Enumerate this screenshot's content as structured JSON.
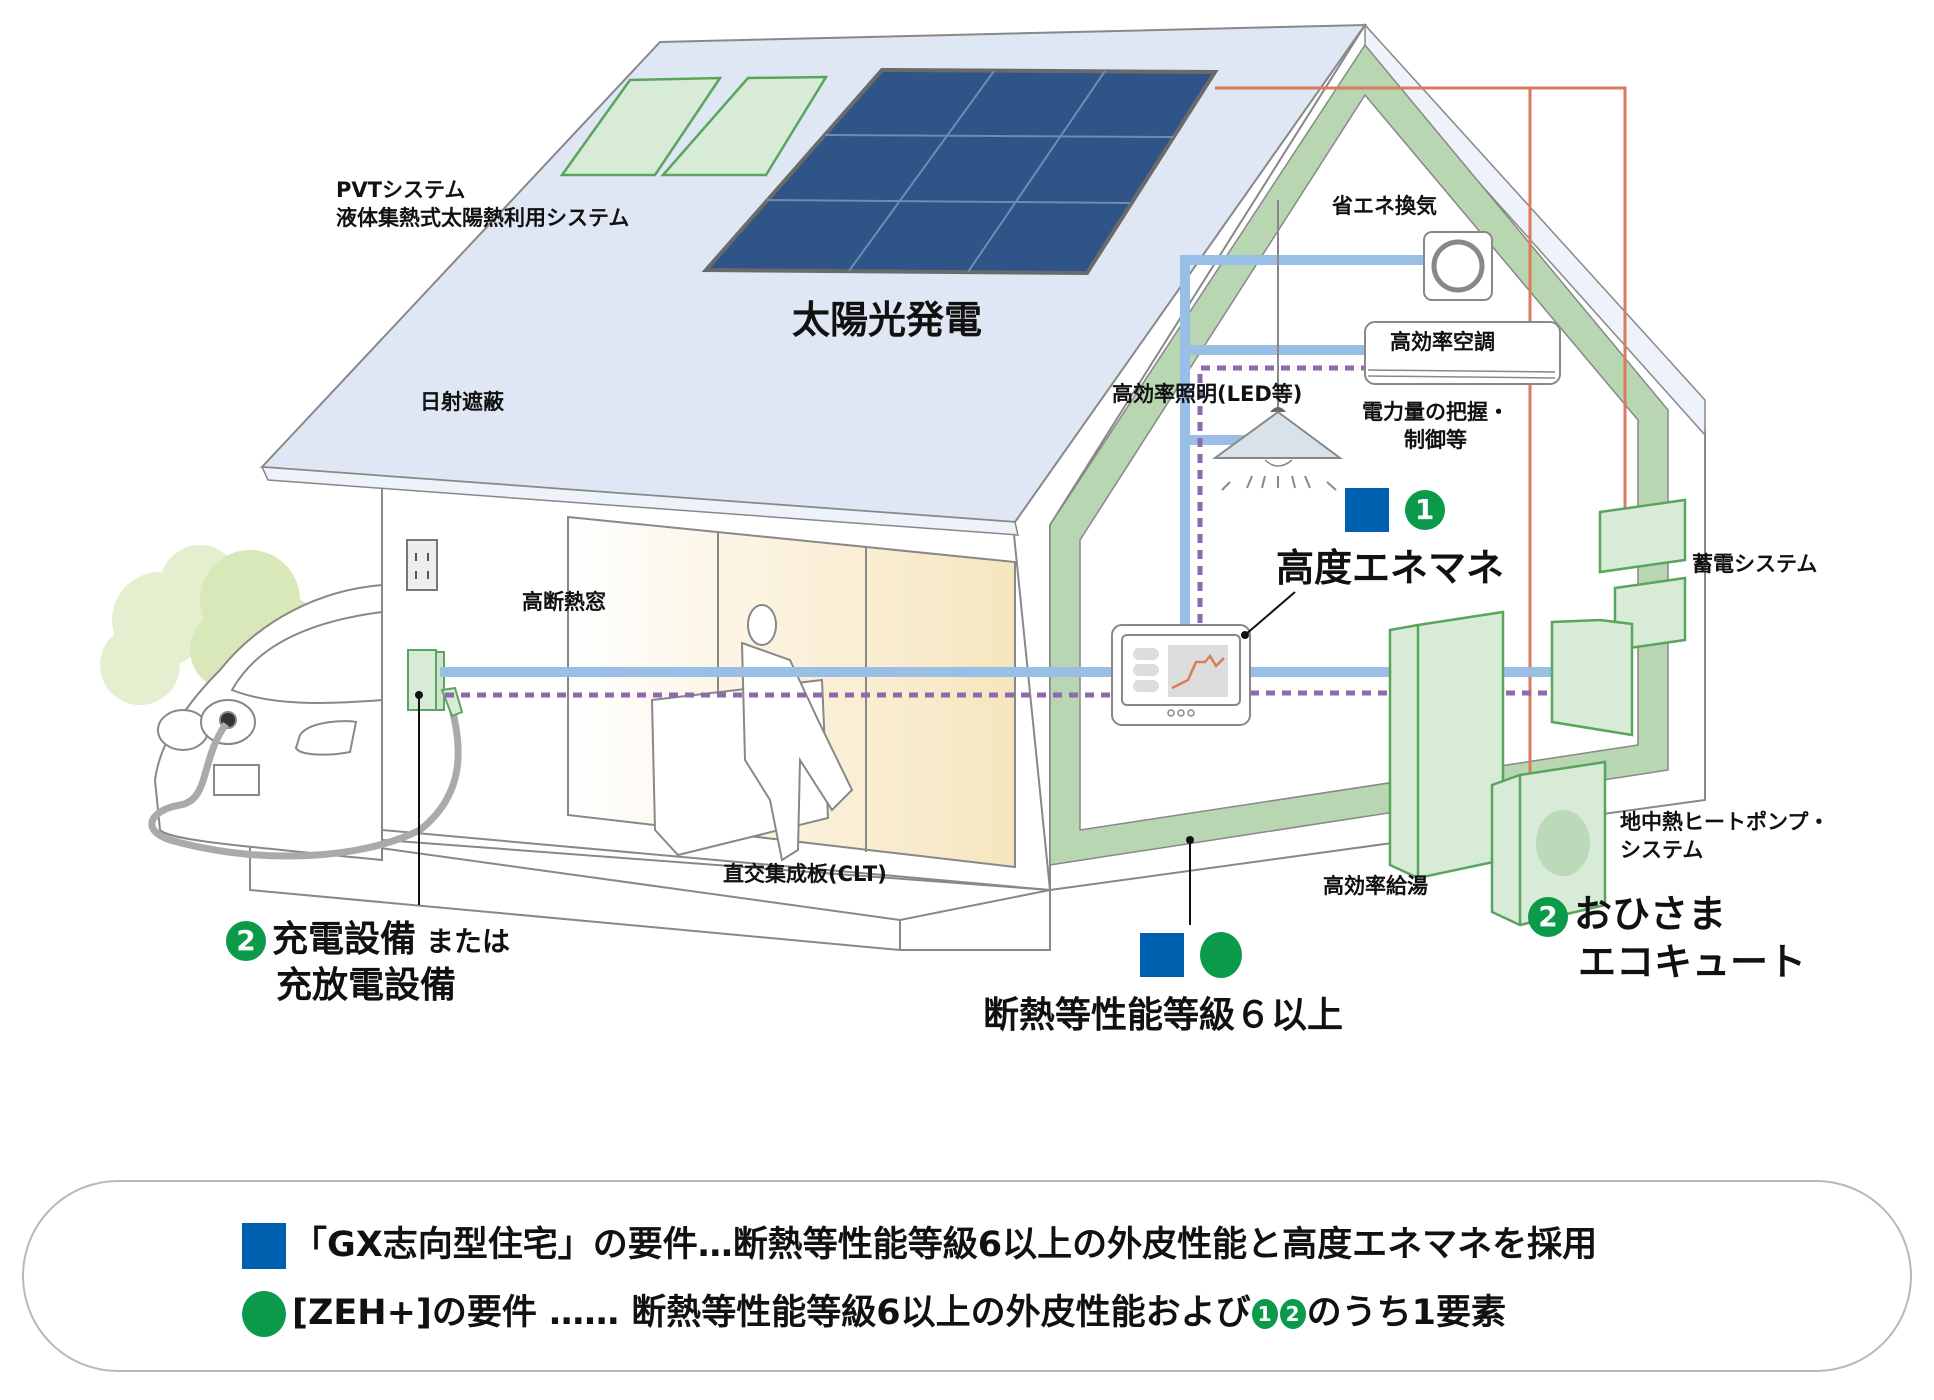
{
  "diagram": {
    "labels": {
      "pvt_line1": "PVTシステム",
      "pvt_line2": "液体集熱式太陽熱利用システム",
      "solar": "太陽光発電",
      "shading": "日射遮蔽",
      "ventilation": "省エネ換気",
      "aircon": "高効率空調",
      "lighting": "高効率照明(LED等)",
      "power_mgmt_line1": "電力量の把握・",
      "power_mgmt_line2": "制御等",
      "hems_title": "高度エネマネ",
      "hems_number": "1",
      "storage": "蓄電システム",
      "window": "高断熱窓",
      "clt": "直交集成板(CLT)",
      "water_heater": "高効率給湯",
      "geothermal_line1": "地中熱ヒートポンプ・",
      "geothermal_line2": "システム",
      "ecocute_number": "2",
      "ecocute_line1": "おひさま",
      "ecocute_line2": "エコキュート",
      "charger_number": "2",
      "charger_main": "充電設備",
      "charger_or": "または",
      "charger_line2": "充放電設備",
      "insulation": "断熱等性能等級６以上"
    },
    "colors": {
      "gx_blue": "#0060b0",
      "zeh_green": "#0a9a4a",
      "roof": "#dfe6f4",
      "solar_panel": "#2e5488",
      "pvt_panel": "#d7ebd6",
      "insulation_green": "#b7d6b1",
      "power_line": "#99bfe6",
      "data_line": "#8e6aad",
      "hot_water_line": "#d97b5c"
    },
    "icons": [
      "solar-panel-icon",
      "pvt-panel-icon",
      "ventilation-fan-icon",
      "air-conditioner-icon",
      "pendant-lamp-icon",
      "hems-monitor-icon",
      "storage-battery-icon",
      "water-heater-icon",
      "heat-pump-unit-icon",
      "ev-charger-icon",
      "electric-car-icon",
      "wall-outlet-icon",
      "person-on-sofa-icon",
      "shrub-icon"
    ]
  },
  "legend": {
    "gx_text": "「GX志向型住宅」の要件…断熱等性能等級6以上の外皮性能と高度エネマネを採用",
    "zeh_prefix": "[ZEH+]の要件 …… 断熱等性能等級6以上の外皮性能および",
    "zeh_num1": "1",
    "zeh_num2": "2",
    "zeh_suffix": "のうち1要素"
  }
}
